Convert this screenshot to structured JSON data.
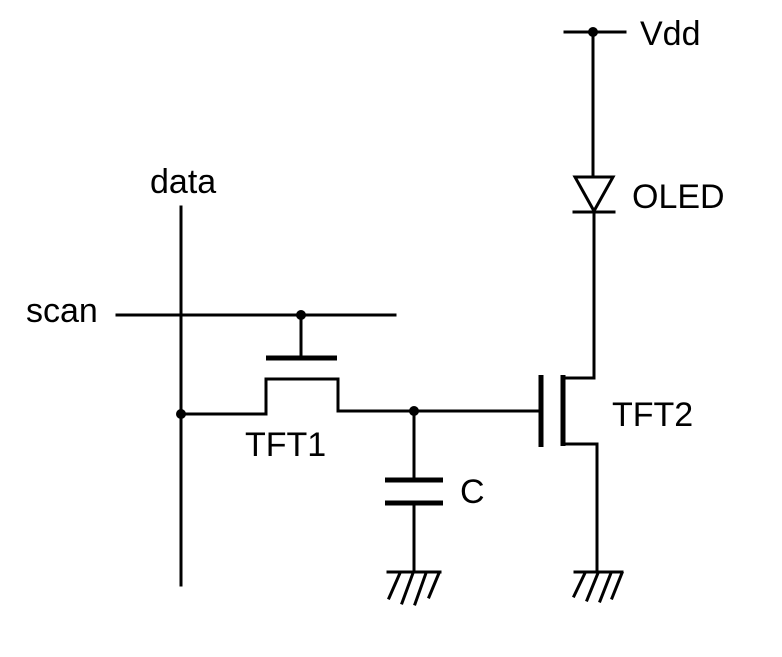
{
  "labels": {
    "vdd": "Vdd",
    "oled": "OLED",
    "data": "data",
    "scan": "scan",
    "tft1": "TFT1",
    "tft2": "TFT2",
    "capacitor": "C"
  }
}
